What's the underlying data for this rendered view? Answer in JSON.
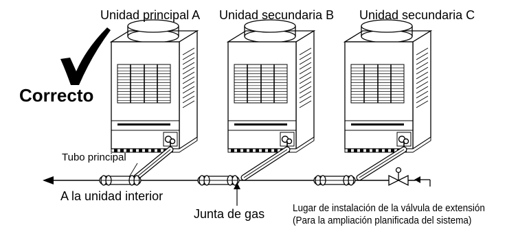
{
  "units": [
    {
      "label": "Unidad principal A"
    },
    {
      "label": "Unidad secundaria B"
    },
    {
      "label": "Unidad secundaria C"
    }
  ],
  "correct_label": "Correcto",
  "main_pipe_label": "Tubo principal",
  "indoor_label": "A la unidad interior",
  "joint_label": "Junta de gas",
  "valve_label_line1": "Lugar de instalación de la válvula de extensión",
  "valve_label_line2": "(Para la ampliación planificada del sistema)",
  "icons": {
    "check": "check-mark-icon",
    "valve": "valve-icon",
    "arrow": "arrow-icon"
  }
}
